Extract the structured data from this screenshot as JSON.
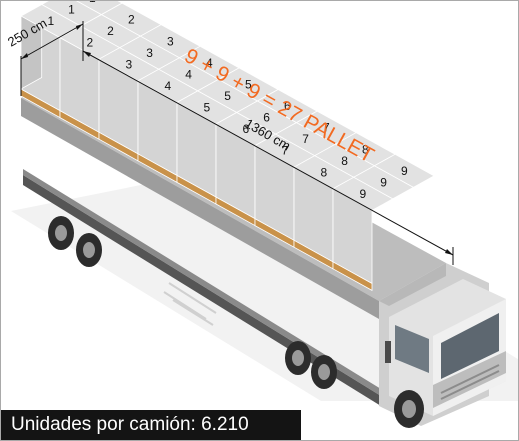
{
  "diagram": {
    "formula": "9 + 9 + 9 = 27 PALLET",
    "width_label": "250 cm",
    "length_label": "1360 cm",
    "pallets_per_row": 9,
    "rows": 3,
    "caption": "Unidades por camión: 6.210"
  },
  "colors": {
    "accent": "#f26a21",
    "pallet_top": "#e2e2e2",
    "pallet_side": "#c4c4c4",
    "pallet_front": "#d4d4d4",
    "wood": "#c9924a",
    "cab": "#d9d9d9",
    "caption_bg": "#141414"
  }
}
